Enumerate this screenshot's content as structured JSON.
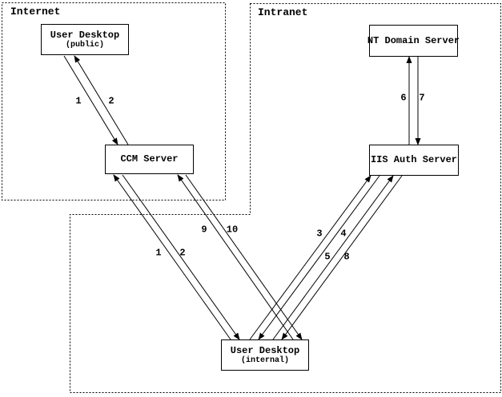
{
  "zones": {
    "internet": {
      "label": "Internet"
    },
    "intranet": {
      "label": "Intranet"
    }
  },
  "nodes": {
    "public_desktop": {
      "title": "User Desktop",
      "subtitle": "(public)"
    },
    "ccm_server": {
      "title": "CCM Server"
    },
    "nt_domain_server": {
      "title": "NT Domain Server"
    },
    "iis_auth_server": {
      "title": "IIS Auth Server"
    },
    "internal_desktop": {
      "title": "User Desktop",
      "subtitle": "(internal)"
    }
  },
  "edge_labels": {
    "public_to_ccm": "1",
    "ccm_to_public": "2",
    "internal_to_ccm": "1",
    "ccm_to_internal": "2",
    "internal_to_ccm_2": "9",
    "ccm_to_internal_2": "10",
    "internal_to_iis": "3",
    "iis_to_internal": "4",
    "internal_to_iis_2": "5",
    "iis_to_internal_2": "8",
    "iis_to_nt": "6",
    "nt_to_iis": "7"
  },
  "colors": {
    "line": "#000000",
    "background": "#ffffff"
  }
}
